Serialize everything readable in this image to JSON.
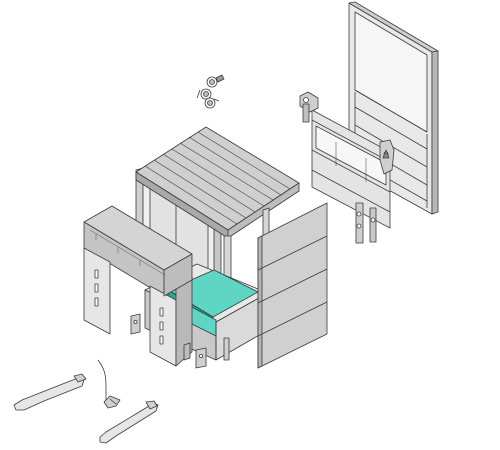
{
  "colors": {
    "background": "#ffffff",
    "outline": "#3b3b3b",
    "panel_light": "#d9d9d9",
    "panel_mid": "#c4c4c4",
    "panel_dark": "#a9a9a9",
    "panel_face": "#ebebeb",
    "window": "#f6f6f6",
    "leveler_plate": "#5fd6c3",
    "leveler_dark": "#2aa892"
  },
  "parts": [
    {
      "name": "canopy-roof",
      "icon": "ribbed-roof"
    },
    {
      "name": "side-frame-left",
      "icon": "wall-frame"
    },
    {
      "name": "front-seal-frame",
      "icon": "seal-frame"
    },
    {
      "name": "dock-leveler",
      "icon": "leveler-plate"
    },
    {
      "name": "side-wall-panel",
      "icon": "insulated-panel"
    },
    {
      "name": "rear-panel-with-window",
      "icon": "glazed-panel"
    },
    {
      "name": "sectional-door",
      "icon": "overhead-door"
    },
    {
      "name": "door-track",
      "icon": "track"
    },
    {
      "name": "guide-rail",
      "icon": "rail"
    },
    {
      "name": "bumper-bracket",
      "icon": "bracket"
    },
    {
      "name": "fastener-set",
      "icon": "hardware"
    }
  ]
}
